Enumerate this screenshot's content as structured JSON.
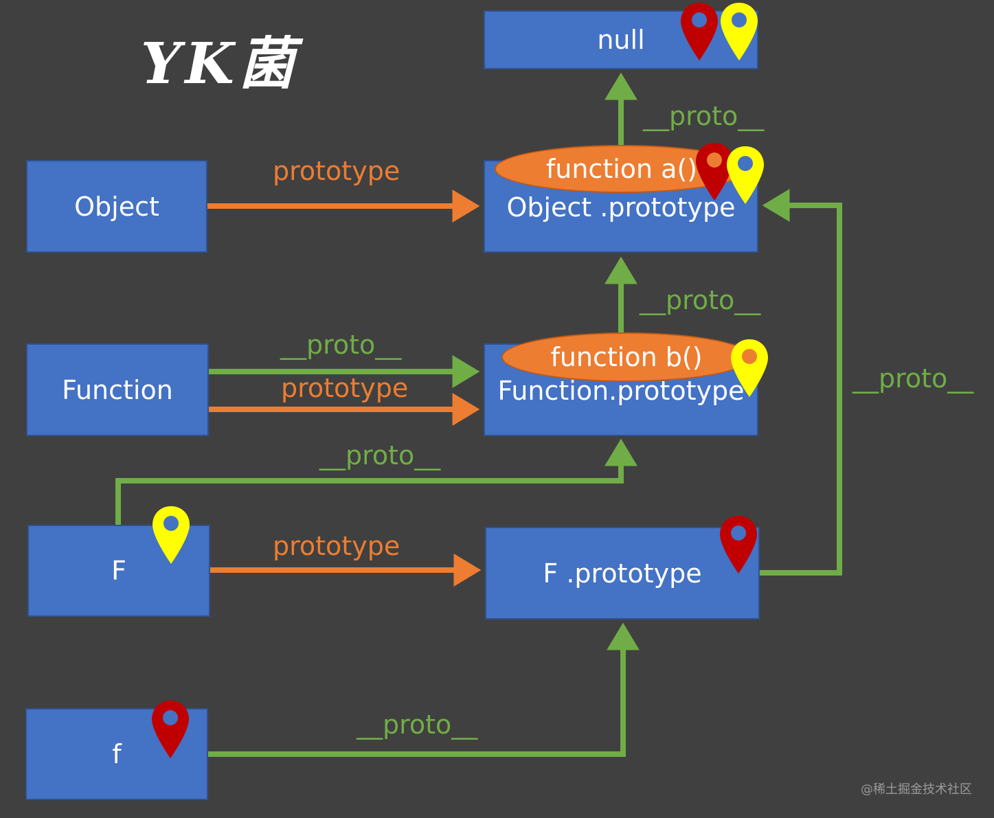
{
  "logo": {
    "text": "YK菌"
  },
  "watermark": "@稀土掘金技术社区",
  "nodes": {
    "null": "null",
    "object": "Object",
    "object_prototype": "Object .prototype",
    "function": "Function",
    "function_prototype": "Function.prototype",
    "F": "F",
    "F_prototype": "F .prototype",
    "f": "f"
  },
  "ovals": {
    "a": "function a()",
    "b": "function b()"
  },
  "edge_labels": {
    "objproto_to_null": "__proto__",
    "object_prototype": "prototype",
    "funcproto_to_objproto": "__proto__",
    "function_proto": "__proto__",
    "function_prototype": "prototype",
    "F_proto": "__proto__",
    "F_prototype": "prototype",
    "Fproto_to_objproto": "__proto__",
    "f_proto": "__proto__"
  },
  "colors": {
    "background": "#404040",
    "node_fill": "#4472c4",
    "proto_link": "#70ad47",
    "prototype_link": "#ed7d31",
    "pin_red": "#c00000",
    "pin_yellow": "#ffff00"
  }
}
